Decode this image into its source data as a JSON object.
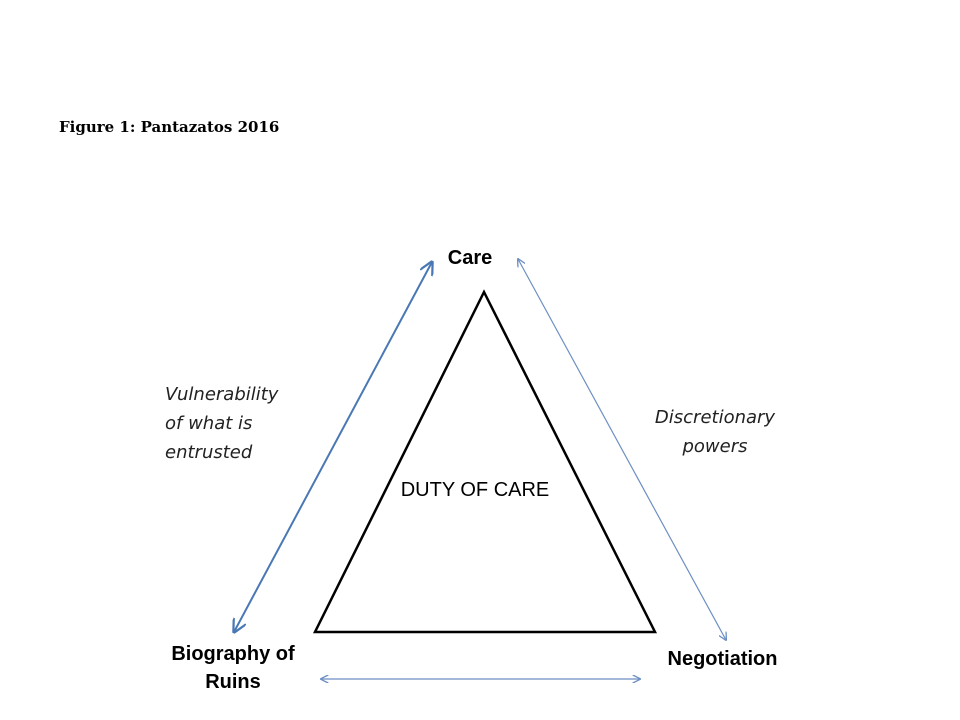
{
  "figure": {
    "caption": "Figure 1: Pantazatos 2016"
  },
  "nodes": {
    "top": "Care",
    "bottom_left": [
      "Biography of",
      "Ruins"
    ],
    "bottom_right": "Negotiation"
  },
  "center": "DUTY OF CARE",
  "edges": {
    "left": [
      "Vulnerability",
      "of what is",
      "entrusted"
    ],
    "right": [
      "Discretionary",
      "powers"
    ],
    "bottom": ""
  },
  "colors": {
    "triangle": "#000000",
    "left_arrow": "#4a78b4",
    "right_arrow": "#6d8fc4",
    "bottom_arrow": "#6d8fc4"
  }
}
